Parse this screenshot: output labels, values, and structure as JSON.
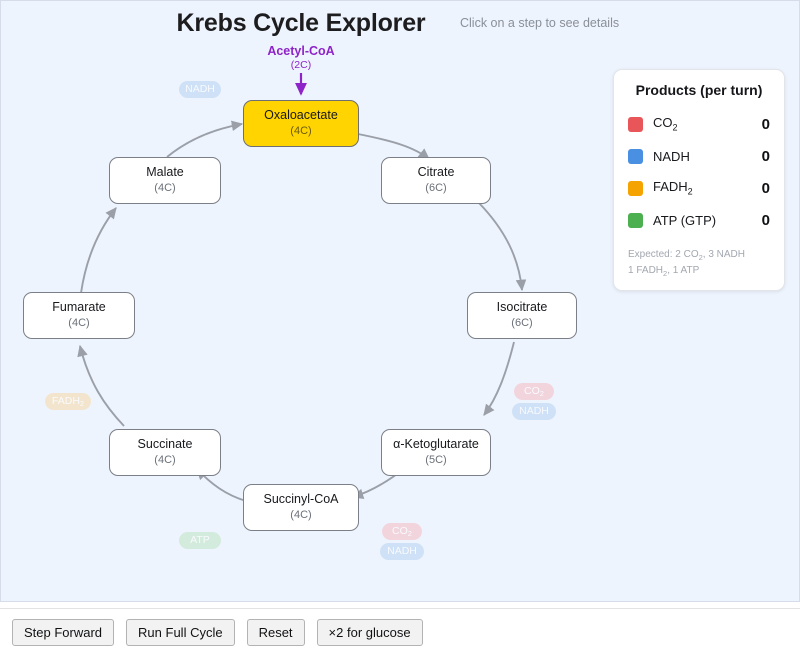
{
  "header": {
    "title": "Krebs Cycle Explorer",
    "hint": "Click on a step to see details"
  },
  "input": {
    "label": "Acetyl-CoA",
    "carbons": "(2C)",
    "color": "#8e24c8"
  },
  "cycle": {
    "nodes": [
      {
        "id": "oxaloacetate",
        "label": "Oxaloacetate",
        "carbons": "(4C)",
        "active": true
      },
      {
        "id": "citrate",
        "label": "Citrate",
        "carbons": "(6C)",
        "active": false
      },
      {
        "id": "isocitrate",
        "label": "Isocitrate",
        "carbons": "(6C)",
        "active": false
      },
      {
        "id": "alpha-ketoglutarate",
        "label": "α-Ketoglutarate",
        "carbons": "(5C)",
        "active": false
      },
      {
        "id": "succinyl-coa",
        "label": "Succinyl-CoA",
        "carbons": "(4C)",
        "active": false
      },
      {
        "id": "succinate",
        "label": "Succinate",
        "carbons": "(4C)",
        "active": false
      },
      {
        "id": "fumarate",
        "label": "Fumarate",
        "carbons": "(4C)",
        "active": false
      },
      {
        "id": "malate",
        "label": "Malate",
        "carbons": "(4C)",
        "active": false
      }
    ],
    "badges": [
      {
        "id": "badge-nadh-malate",
        "kind": "nadh",
        "label": "NADH"
      },
      {
        "id": "badge-co2-isocitrate",
        "kind": "co2",
        "label": "CO2"
      },
      {
        "id": "badge-nadh-isocitrate",
        "kind": "nadh",
        "label": "NADH"
      },
      {
        "id": "badge-co2-ketoglutarate",
        "kind": "co2",
        "label": "CO2"
      },
      {
        "id": "badge-nadh-ketoglutarate",
        "kind": "nadh",
        "label": "NADH"
      },
      {
        "id": "badge-atp-succinyl",
        "kind": "atp",
        "label": "ATP"
      },
      {
        "id": "badge-fadh2-succinate",
        "kind": "fadh2",
        "label": "FADH2"
      }
    ]
  },
  "products": {
    "title": "Products (per turn)",
    "rows": [
      {
        "name": "CO2",
        "count": "0",
        "color": "#e8565a"
      },
      {
        "name": "NADH",
        "count": "0",
        "color": "#4a90e2"
      },
      {
        "name": "FADH2",
        "count": "0",
        "color": "#f5a300"
      },
      {
        "name": "ATP (GTP)",
        "count": "0",
        "color": "#4caf50"
      }
    ],
    "expected_line1": "Expected: 2 CO2, 3 NADH",
    "expected_line2": "1 FADH2, 1 ATP"
  },
  "toolbar": {
    "step_forward": "Step Forward",
    "run_full_cycle": "Run Full Cycle",
    "reset": "Reset",
    "double_glucose": "×2 for glucose"
  }
}
